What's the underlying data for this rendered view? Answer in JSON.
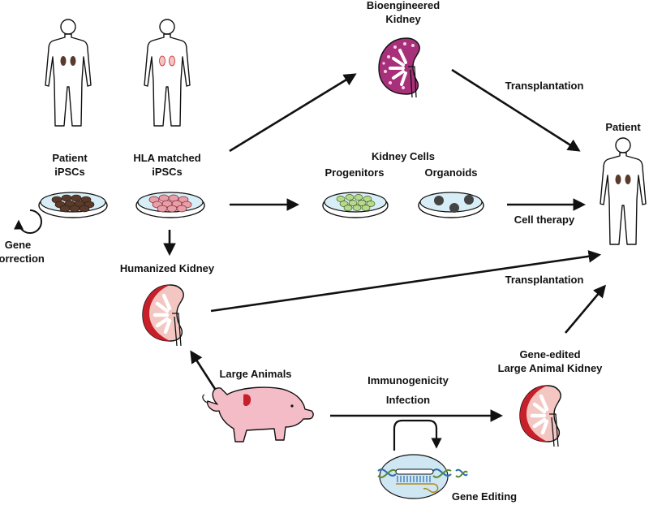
{
  "labels": {
    "patient_ipscs_line1": "Patient",
    "patient_ipscs_line2": "iPSCs",
    "hla_line1": "HLA matched",
    "hla_line2": "iPSCs",
    "gene_correction_line1": "Gene",
    "gene_correction_line2": "Correction",
    "humanized_kidney": "Humanized Kidney",
    "bioengineered_line1": "Bioengineered",
    "bioengineered_line2": "Kidney",
    "transplantation_top": "Transplantation",
    "kidney_cells": "Kidney Cells",
    "progenitors": "Progenitors",
    "organoids": "Organoids",
    "cell_therapy": "Cell therapy",
    "patient": "Patient",
    "transplantation_mid": "Transplantation",
    "large_animals": "Large Animals",
    "immunogenicity": "Immunogenicity",
    "infection": "Infection",
    "gene_edited_line1": "Gene-edited",
    "gene_edited_line2": "Large Animal Kidney",
    "gene_editing": "Gene Editing"
  },
  "colors": {
    "kidney_pink": "#f3c6c2",
    "kidney_red": "#c8202a",
    "bioengineered_purple": "#a8307a",
    "patient_cells_brown": "#5a3a2a",
    "hla_cells_pink": "#e8a0a8",
    "progenitor_green": "#b9d98a",
    "organoid_gray": "#444444",
    "dish_blue": "#d7eef7",
    "pig_pink": "#f4bcc6",
    "dna_blue": "#cfe6f3"
  }
}
